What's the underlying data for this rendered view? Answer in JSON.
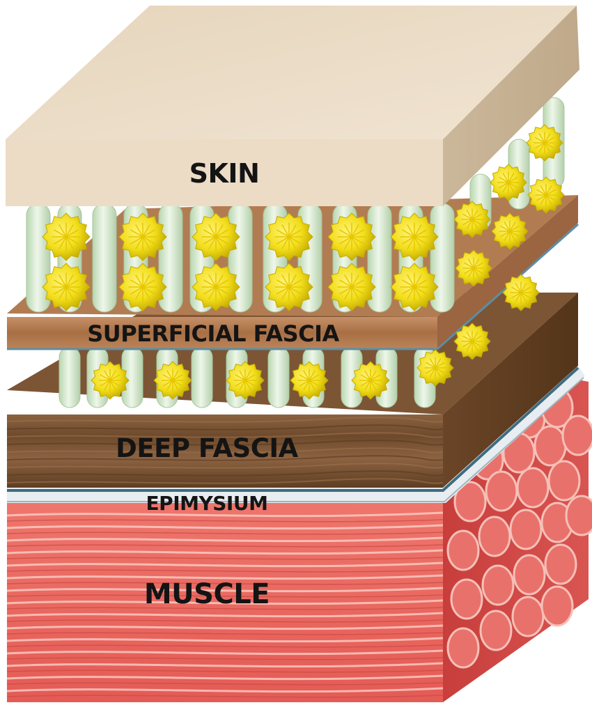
{
  "layers": {
    "skin": {
      "label": "SKIN",
      "color": "#e8d9c2"
    },
    "superficial_fascia": {
      "label": "SUPERFICIAL FASCIA",
      "color": "#b07a52"
    },
    "deep_fascia": {
      "label": "DEEP FASCIA",
      "color": "#7a5232"
    },
    "epimysium": {
      "label": "EPIMYSIUM",
      "color": "#dfe6ea"
    },
    "muscle": {
      "label": "MUSCLE",
      "color": "#e8665f"
    }
  },
  "colors": {
    "fat_lobule": "#f2de1c",
    "collagen_fiber": "#d9ecd3",
    "epimysium_edge": "#3e6b80"
  }
}
